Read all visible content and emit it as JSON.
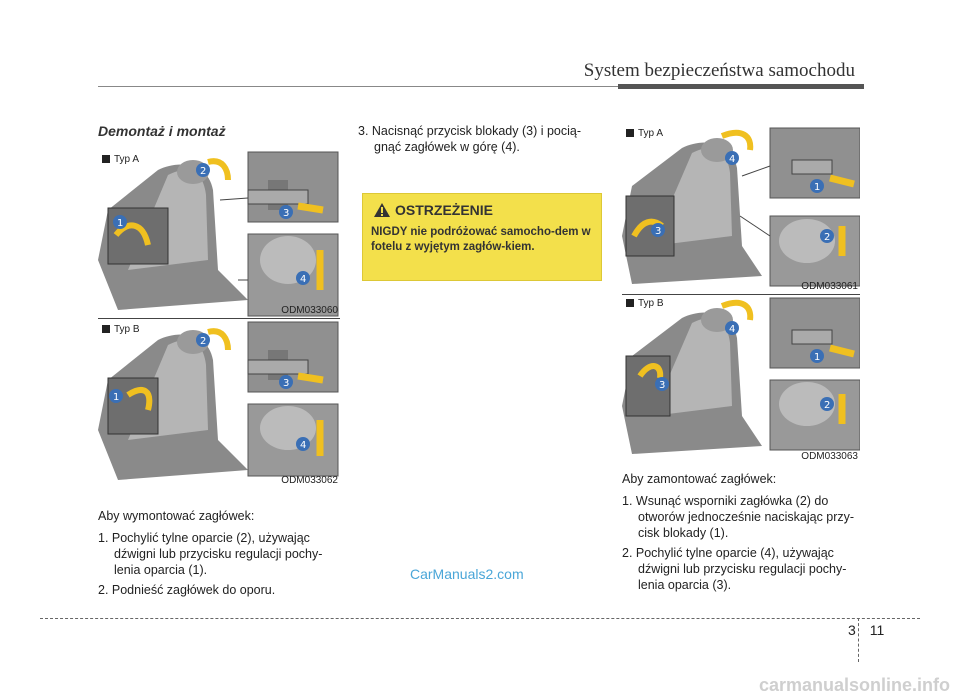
{
  "header": {
    "title": "System bezpieczeństwa samochodu"
  },
  "section": {
    "title": "Demontaż i montaż"
  },
  "figures": {
    "left_a": {
      "label": "Typ A",
      "code": "ODM033060"
    },
    "left_b": {
      "label": "Typ B",
      "code": "ODM033062"
    },
    "right_a": {
      "label": "Typ A",
      "code": "ODM033061"
    },
    "right_b": {
      "label": "Typ B",
      "code": "ODM033063"
    }
  },
  "remove": {
    "intro": "Aby wymontować zagłówek:",
    "steps": [
      "1. Pochylić tylne oparcie (2), używając dźwigni lub przycisku regulacji pochy-lenia oparcia (1).",
      "2. Podnieść zagłówek do oporu."
    ],
    "step3": "3. Nacisnąć przycisk blokady (3) i pocią-gnąć zagłówek w górę (4)."
  },
  "warning": {
    "title": "OSTRZEŻENIE",
    "body": "NIGDY nie podróżować samocho-dem w fotelu z wyjętym zagłów-kiem."
  },
  "install": {
    "intro": "Aby zamontować zagłówek:",
    "steps": [
      "1. Wsunąć wsporniki zagłówka (2) do otworów jednocześnie naciskając przy-cisk blokady (1).",
      "2. Pochylić tylne oparcie (4), używając dźwigni lub przycisku regulacji pochy-lenia oparcia (3)."
    ]
  },
  "footer": {
    "page_section": "3",
    "page_number": "11",
    "watermark": "CarManuals2.com",
    "site": "carmanualsonline.info"
  }
}
